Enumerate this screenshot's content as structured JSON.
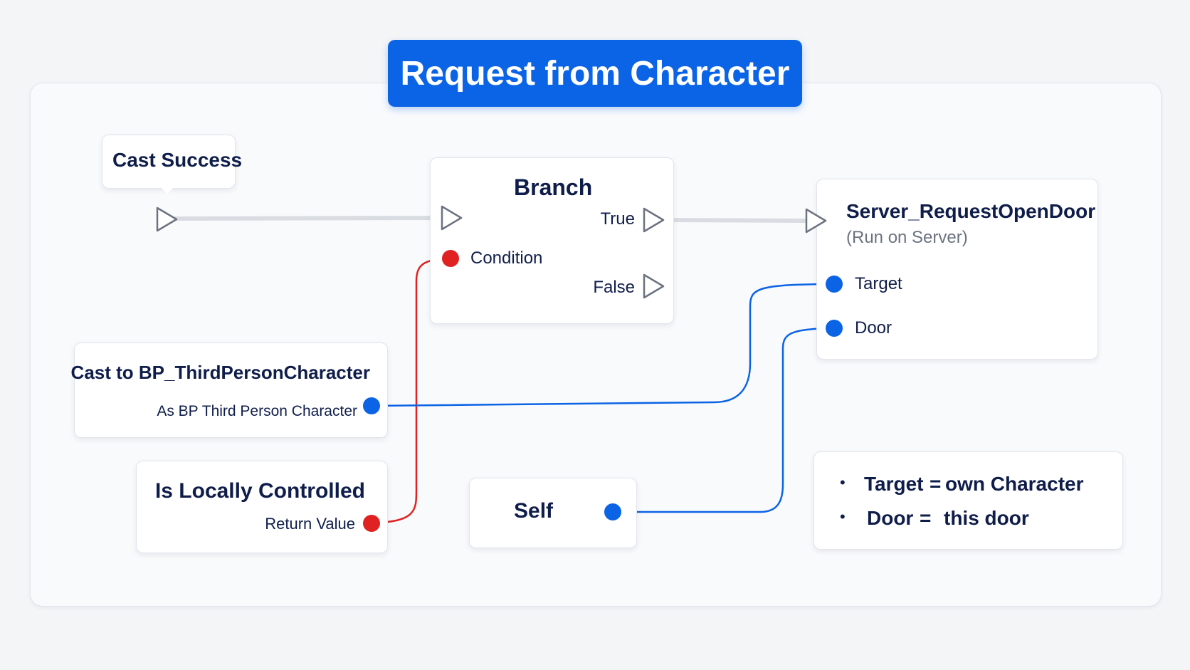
{
  "title": "Request from Character",
  "nodes": {
    "cast_success": {
      "label": "Cast Success"
    },
    "branch": {
      "title": "Branch",
      "true_label": "True",
      "false_label": "False",
      "condition_label": "Condition"
    },
    "server_request": {
      "title": "Server_RequestOpenDoor",
      "subtitle": "(Run on Server)",
      "target_label": "Target",
      "door_label": "Door"
    },
    "cast_to": {
      "title": "Cast to BP_ThirdPersonCharacter",
      "output_label": "As BP Third Person Character"
    },
    "is_locally_controlled": {
      "title": "Is Locally Controlled",
      "output_label": "Return Value"
    },
    "self": {
      "label": "Self"
    }
  },
  "notes": [
    {
      "key": "Target",
      "eq": "=",
      "value": "own Character"
    },
    {
      "key": "Door",
      "eq": "=",
      "value": "this door"
    }
  ],
  "colors": {
    "accent": "#0b63e5",
    "bool_wire": "#e02222",
    "object_wire": "#0b63e5",
    "exec_wire": "#d9dce2",
    "exec_pin": "#6b7280",
    "text": "#0f1d4a",
    "subtext": "#6b7280"
  }
}
